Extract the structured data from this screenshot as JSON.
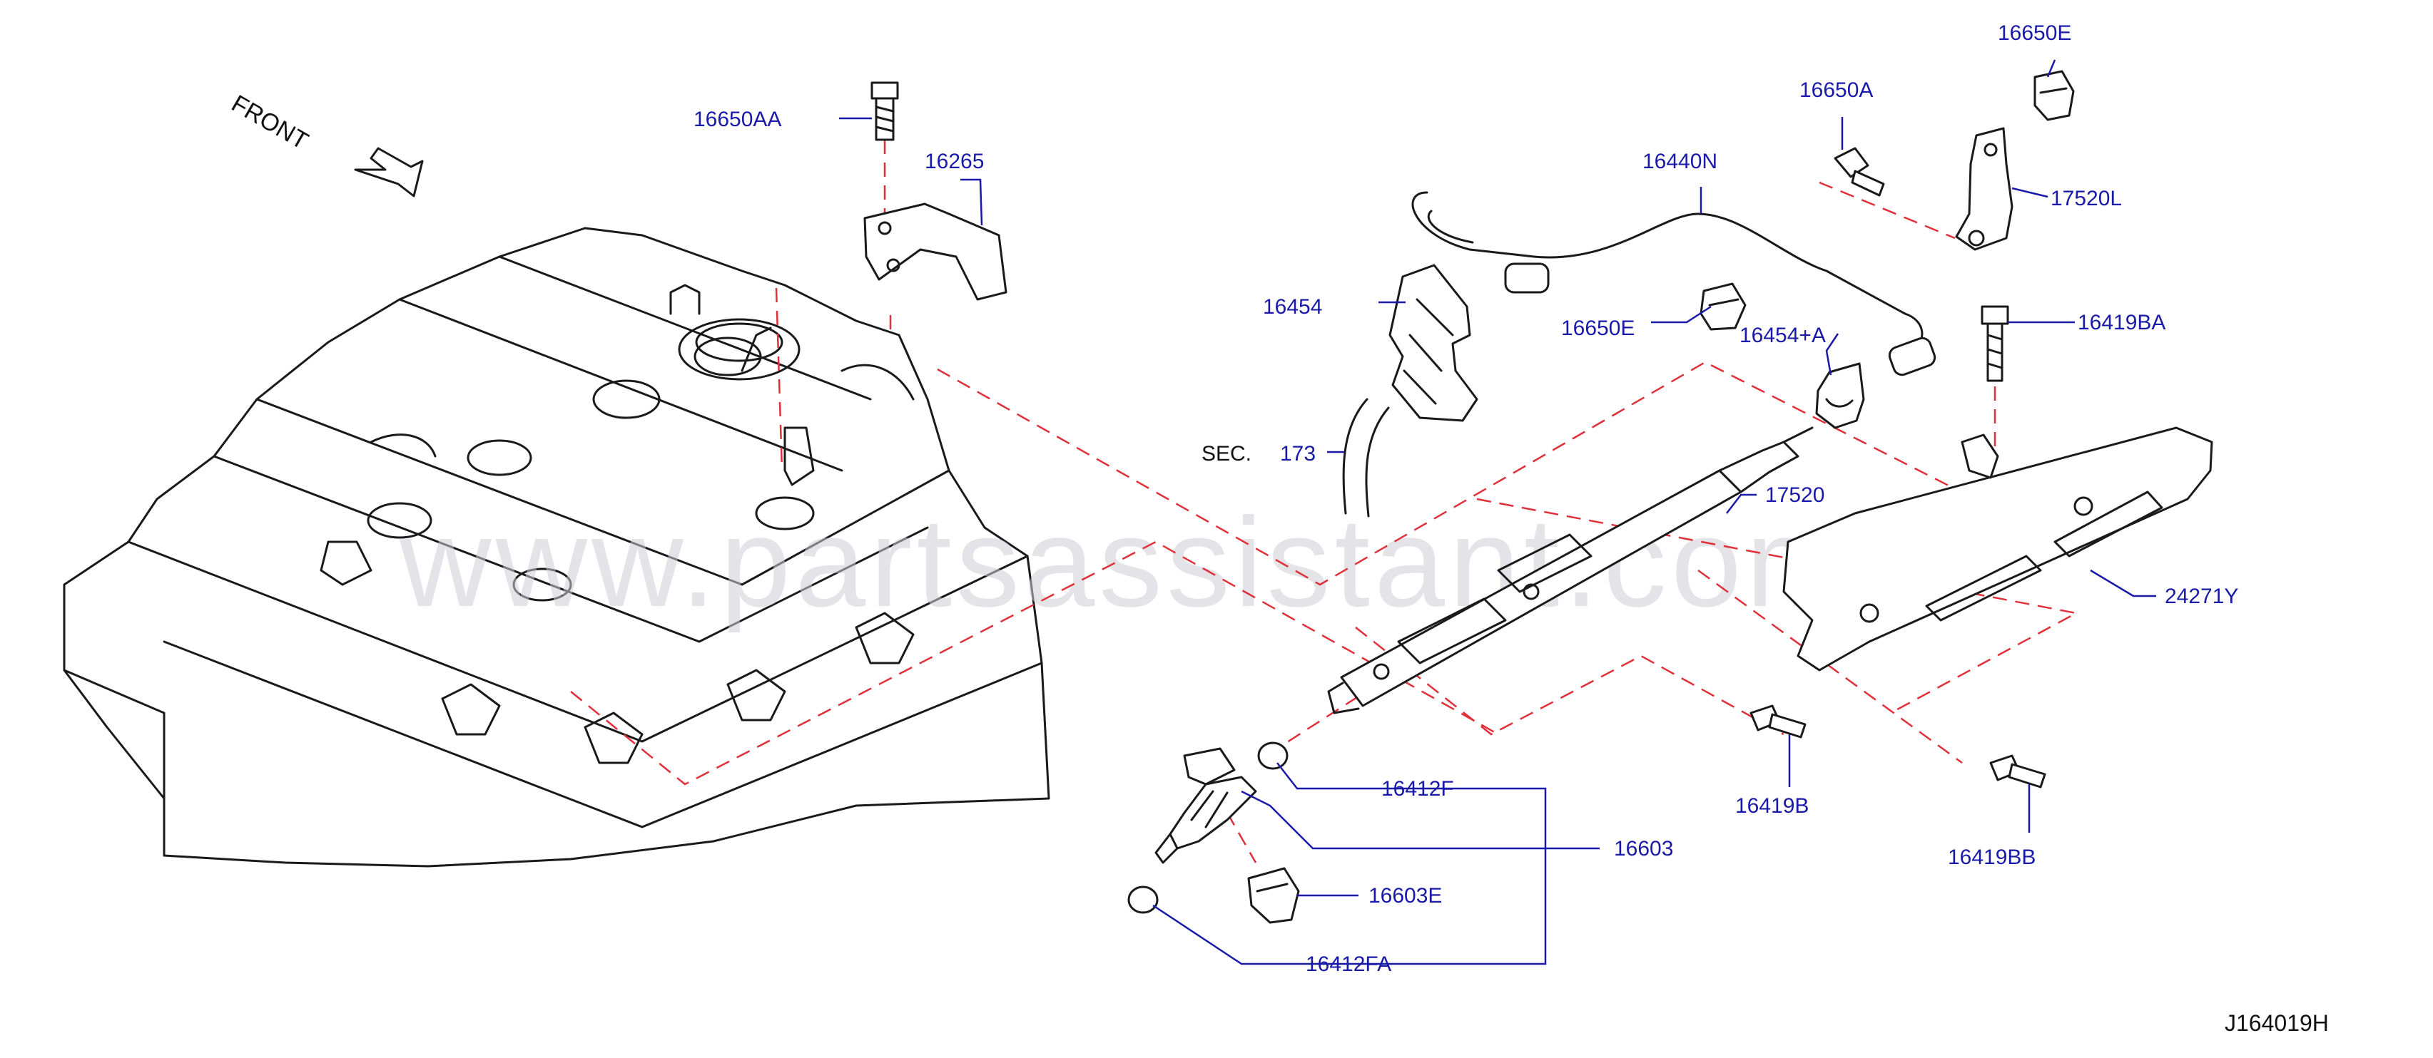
{
  "diagram": {
    "front_label": "FRONT",
    "sec_prefix": "SEC.",
    "sec_number": "173",
    "watermark": "www.partsassistant.com",
    "figure_code": "J164019H",
    "parts": {
      "p16650AA": "16650AA",
      "p16265": "16265",
      "p16650E_top": "16650E",
      "p16650A": "16650A",
      "p16440N": "16440N",
      "p17520L": "17520L",
      "p16454": "16454",
      "p16650E_mid": "16650E",
      "p16454A": "16454+A",
      "p16419BA": "16419BA",
      "p17520": "17520",
      "p24271Y": "24271Y",
      "p16419B": "16419B",
      "p16419BB": "16419BB",
      "p16412F": "16412F",
      "p16603": "16603",
      "p16603E": "16603E",
      "p16412FA": "16412FA"
    },
    "colors": {
      "label": "#1a1aa8",
      "line_art": "#1a1a1a",
      "dashed_guide": "#e0303a",
      "watermark": "#cfcfd6"
    }
  }
}
